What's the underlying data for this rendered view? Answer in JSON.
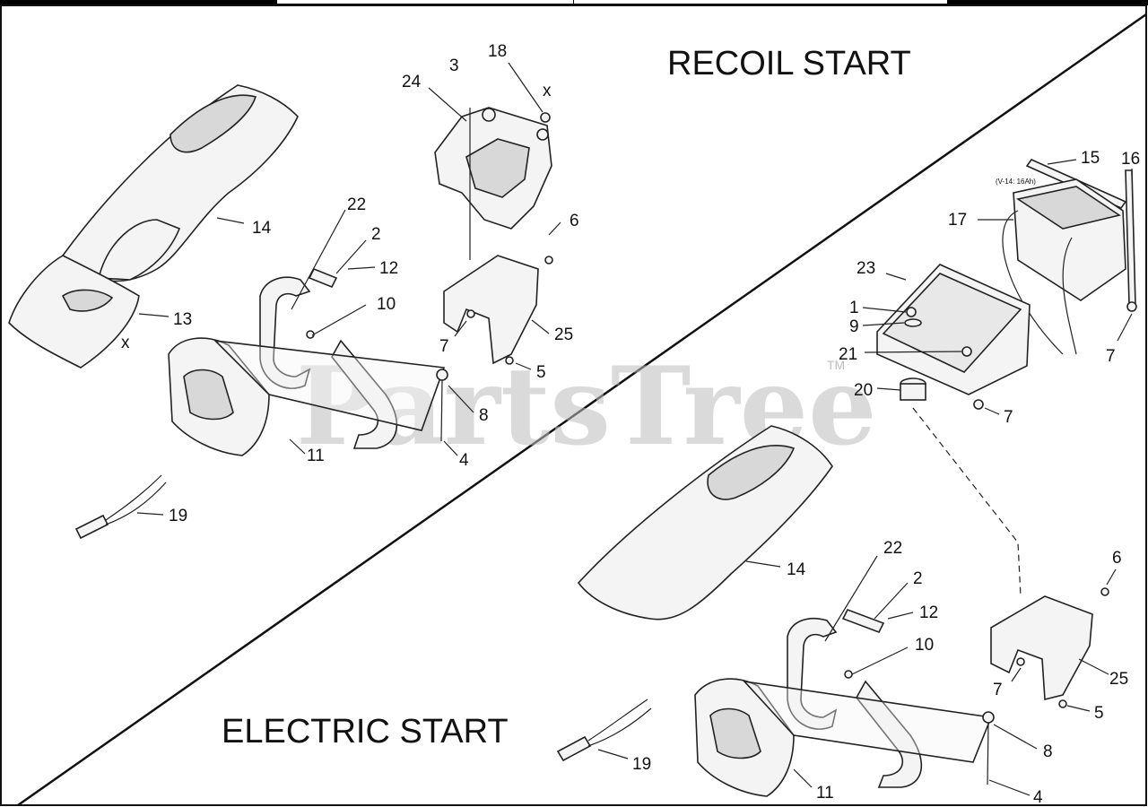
{
  "titles": {
    "recoil": "RECOIL START",
    "electric": "ELECTRIC START"
  },
  "watermark": {
    "text": "PartsTree",
    "tm": "TM"
  },
  "battery_label": "(V-14: 16Ah)",
  "recoil_labels": {
    "l3": "3",
    "l18": "18",
    "l24": "24",
    "lx1": "x",
    "l6": "6",
    "l22": "22",
    "l2": "2",
    "l12": "12",
    "l14": "14",
    "l10": "10",
    "l13": "13",
    "lx2": "x",
    "l25": "25",
    "l7": "7",
    "l5": "5",
    "l8": "8",
    "l11": "11",
    "l4": "4",
    "l19": "19"
  },
  "electric_labels": {
    "l15": "15",
    "l16": "16",
    "l17": "17",
    "l23": "23",
    "l1": "1",
    "l9": "9",
    "l21": "21",
    "l7a": "7",
    "l7b": "7",
    "l20": "20",
    "l14": "14",
    "l22": "22",
    "l2": "2",
    "l12": "12",
    "l10": "10",
    "l6": "6",
    "l25": "25",
    "l7c": "7",
    "l5": "5",
    "l8": "8",
    "l19": "19",
    "l11": "11",
    "l4": "4"
  }
}
